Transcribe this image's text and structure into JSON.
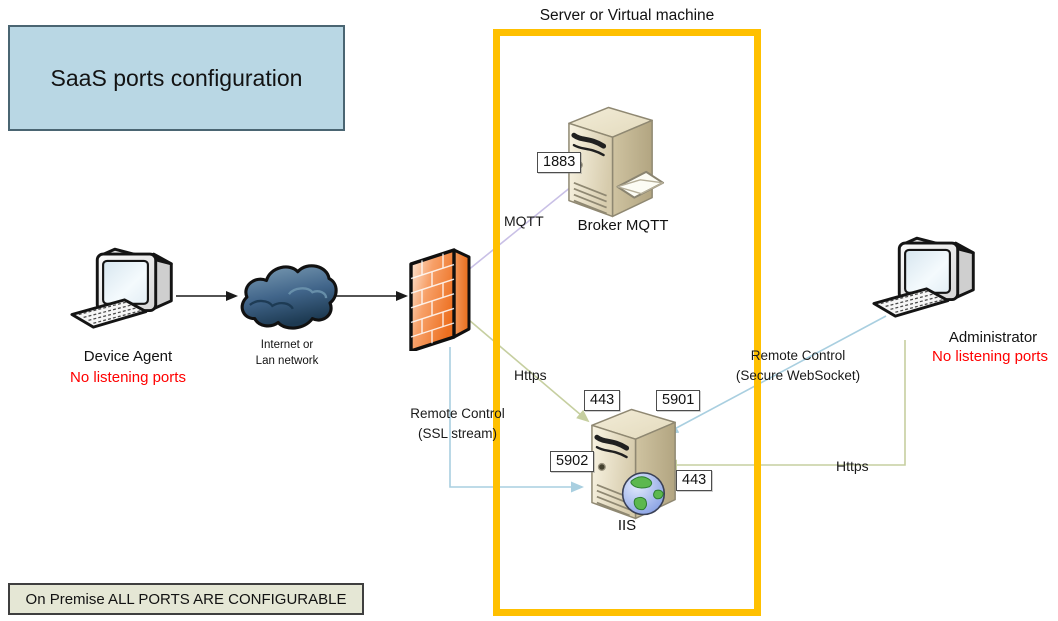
{
  "title_box": {
    "text": "SaaS ports configuration",
    "bg_color": "#b9d7e4"
  },
  "server_region": {
    "label": "Server or Virtual machine",
    "border_color": "#ffc000"
  },
  "footer_box": {
    "text": "On Premise ALL PORTS ARE CONFIGURABLE",
    "bg_color": "#e5e7d5"
  },
  "nodes": {
    "device_agent": {
      "label": "Device Agent",
      "note": "No listening ports",
      "note_color": "#ff0000"
    },
    "network_cloud": {
      "label_line1": "Internet or",
      "label_line2": "Lan network"
    },
    "broker_mqtt": {
      "label": "Broker MQTT",
      "port": "1883"
    },
    "iis": {
      "label": "IIS",
      "port_https_firewall": "443",
      "port_websocket": "5901",
      "port_ssl_stream": "5902",
      "port_https_admin": "443"
    },
    "administrator": {
      "label": "Administrator",
      "note": "No listening ports",
      "note_color": "#ff0000"
    }
  },
  "connections": {
    "mqtt": {
      "label": "MQTT",
      "color": "#c9c0e6"
    },
    "https_firewall": {
      "label": "Https",
      "color": "#c6cfa0"
    },
    "ssl_stream": {
      "label_line1": "Remote Control",
      "label_line2": "(SSL stream)",
      "color": "#a9cfe0"
    },
    "websocket": {
      "label_line1": "Remote Control",
      "label_line2": "(Secure WebSocket)",
      "color": "#a9cfe0"
    },
    "https_admin": {
      "label": "Https",
      "color": "#c6cfa0"
    }
  }
}
